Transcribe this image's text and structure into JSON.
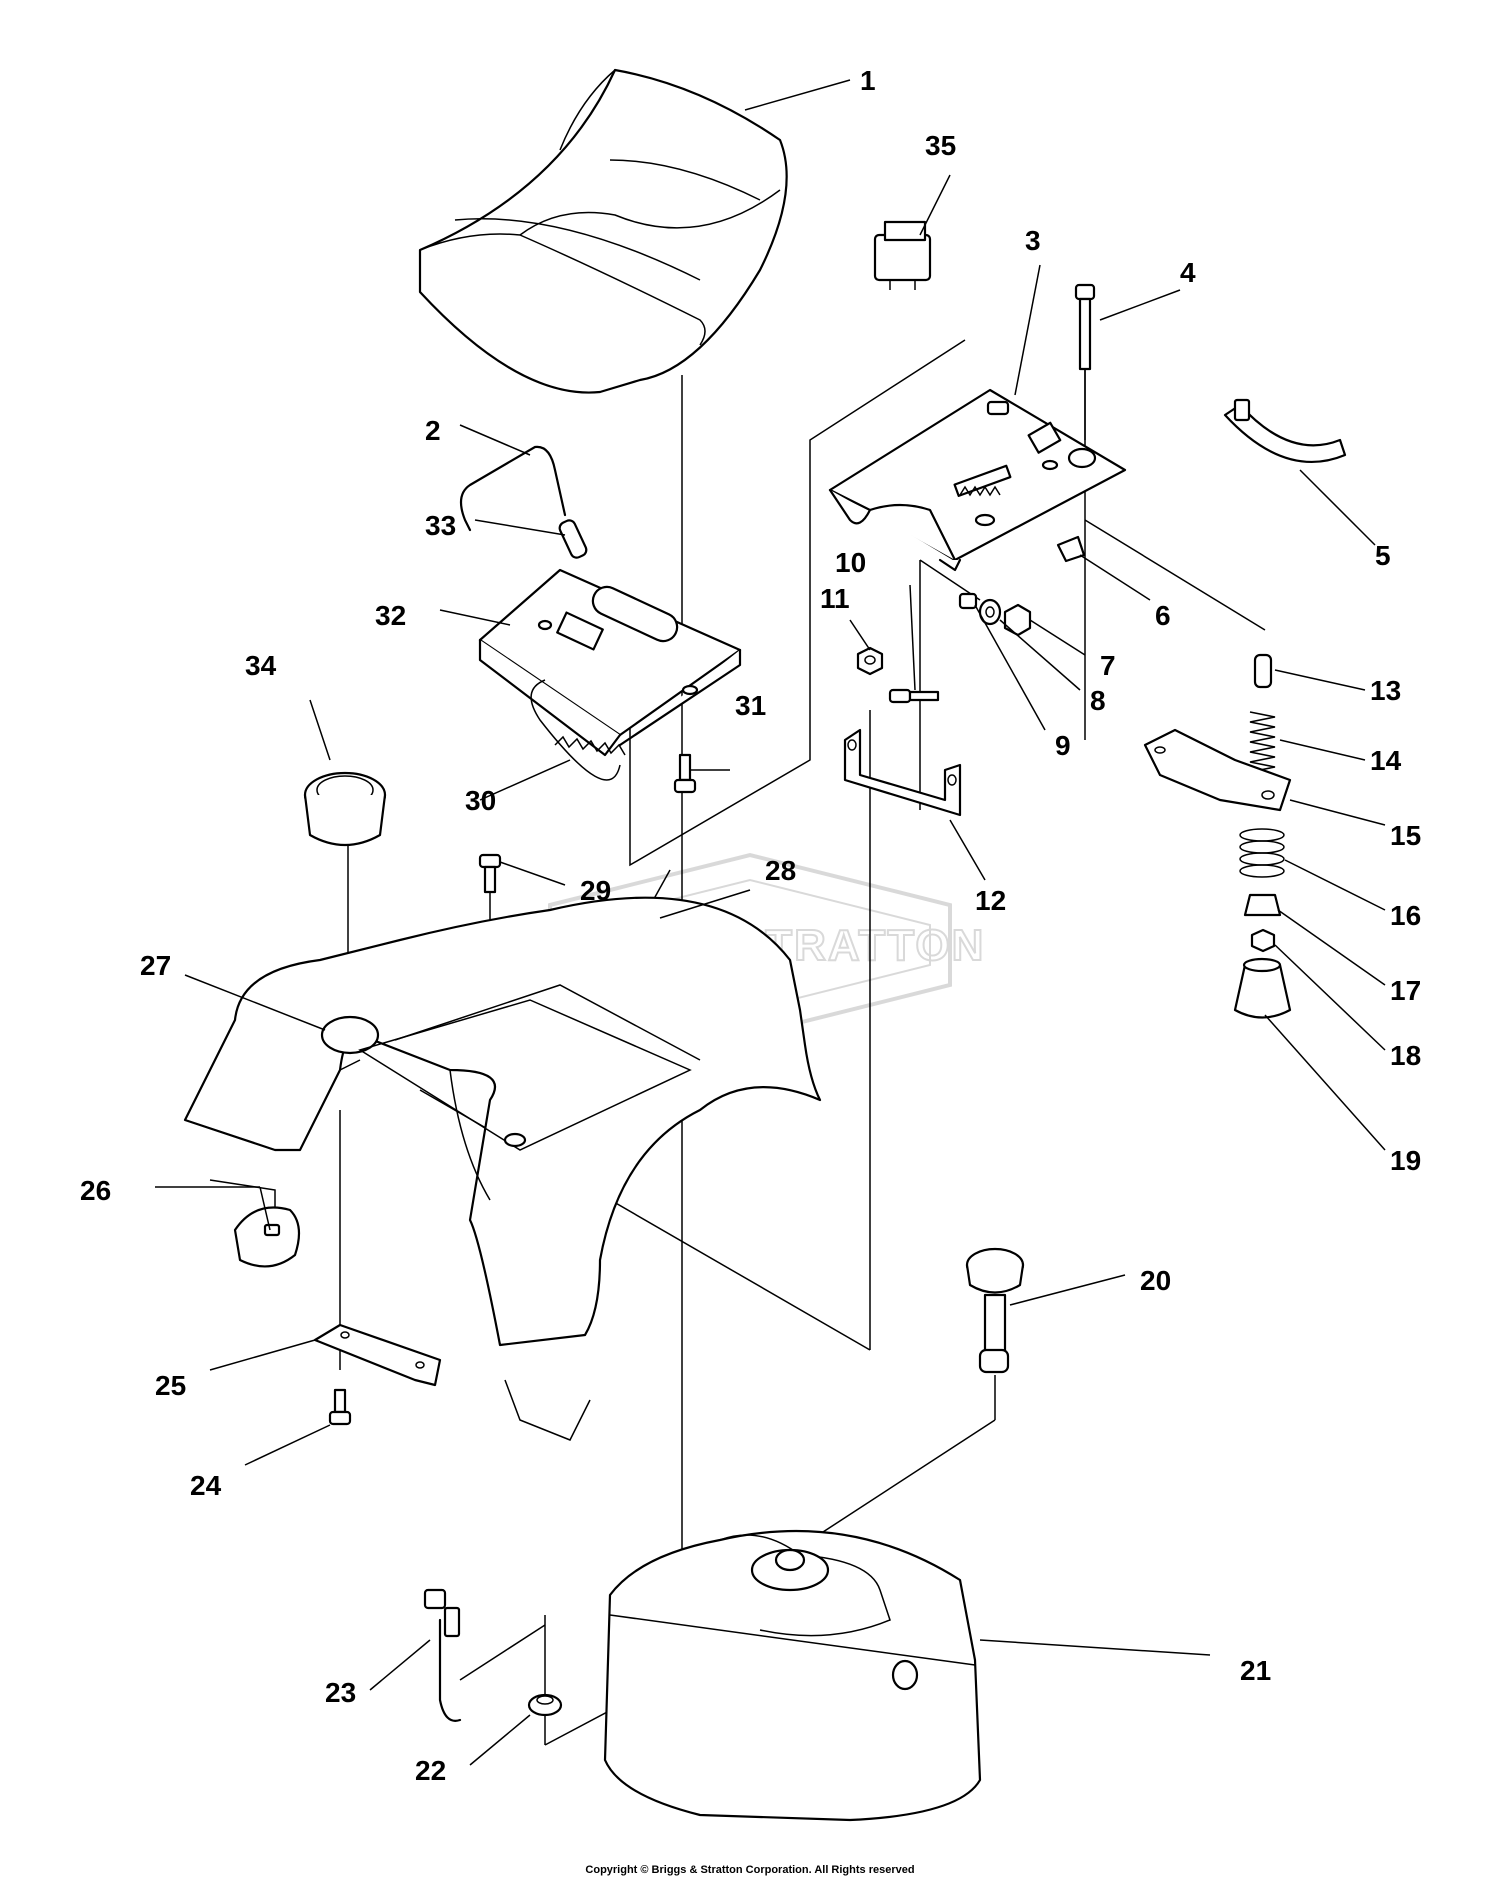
{
  "watermark": "BRIGGS&STRATTON",
  "copyright": "Copyright © Briggs & Stratton Corporation. All Rights reserved",
  "callouts": [
    "1",
    "2",
    "3",
    "4",
    "5",
    "6",
    "7",
    "8",
    "9",
    "10",
    "11",
    "12",
    "13",
    "14",
    "15",
    "16",
    "17",
    "18",
    "19",
    "20",
    "21",
    "22",
    "23",
    "24",
    "25",
    "26",
    "27",
    "28",
    "29",
    "30",
    "31",
    "32",
    "33",
    "34",
    "35"
  ]
}
